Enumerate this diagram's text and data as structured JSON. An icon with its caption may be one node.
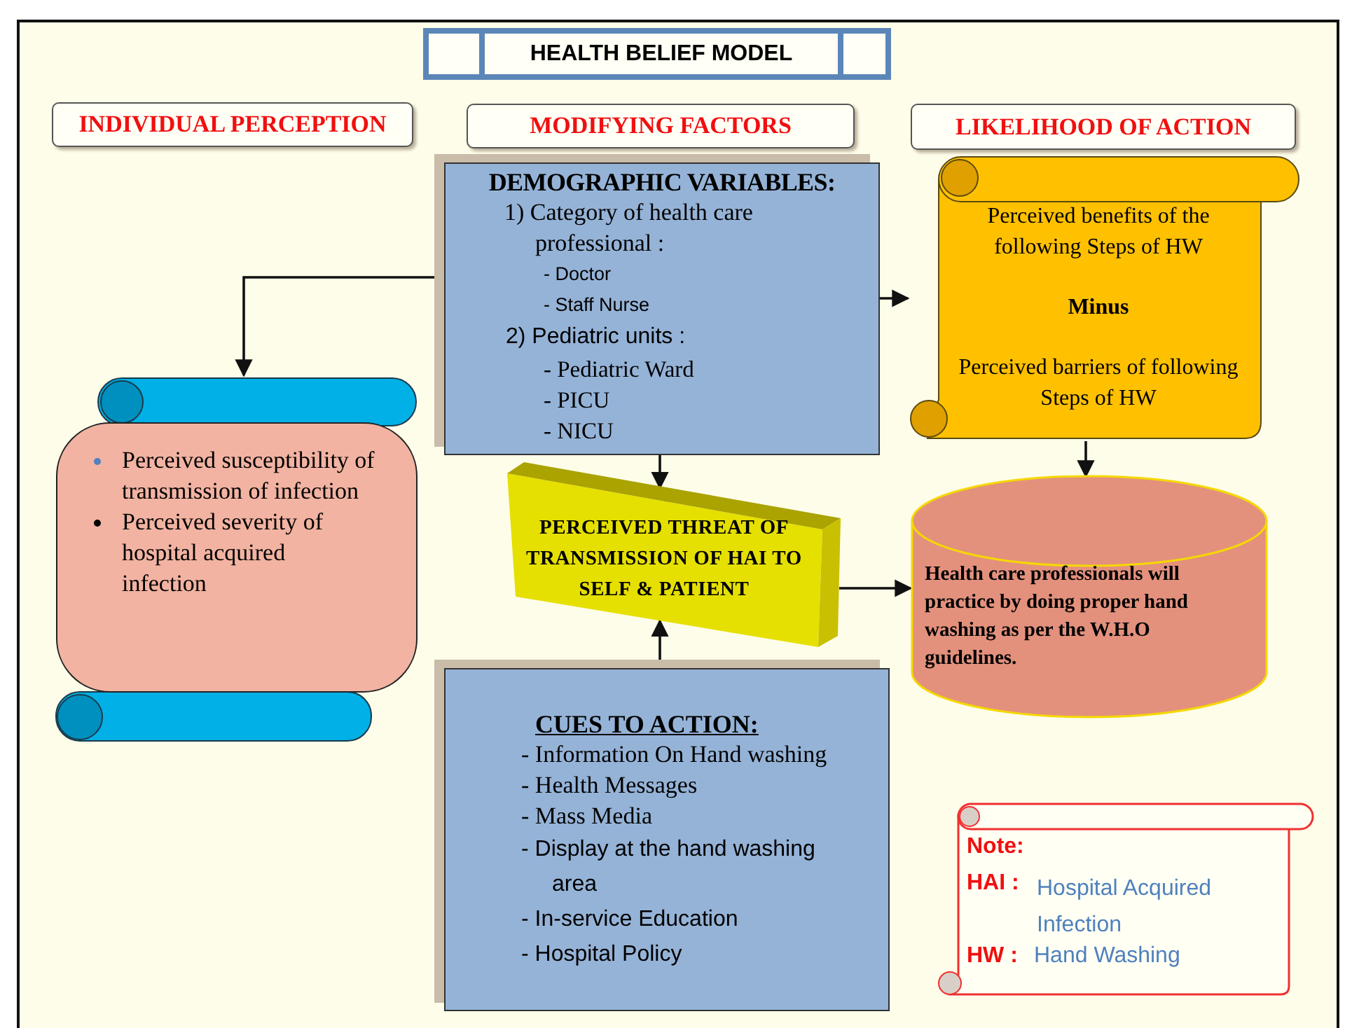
{
  "diagram": {
    "title": "HEALTH BELIEF MODEL",
    "nodes": [
      {
        "text": [
          "INDIVIDUAL PERCEPTION"
        ]
      },
      {
        "text": [
          "MODIFYING FACTORS"
        ]
      },
      {
        "text": [
          "LIKELIHOOD OF ACTION"
        ]
      },
      {
        "text": [
          "DEMOGRAPHIC VARIABLES:",
          "1) Category of health care professional :",
          "- Doctor",
          "- Staff Nurse",
          "2) Pediatric units :",
          "- Pediatric Ward",
          "- PICU",
          "- NICU"
        ]
      },
      {
        "text": [
          "Perceived susceptibility of transmission of infection",
          "Perceived severity of hospital acquired infection"
        ]
      },
      {
        "text": [
          "PERCEIVED THREAT OF TRANSMISSION OF HAI TO SELF & PATIENT"
        ]
      },
      {
        "text": [
          "Perceived benefits of the following Steps of HW",
          "Minus",
          "Perceived barriers of following Steps of HW"
        ]
      },
      {
        "text": [
          "Health care professionals will practice by doing proper hand washing as per the W.H.O guidelines."
        ]
      },
      {
        "text": [
          "CUES TO ACTION:",
          "- Information On Hand washing",
          "- Health Messages",
          "- Mass Media",
          "- Display at the hand washing area",
          "- In-service Education",
          "- Hospital Policy"
        ]
      },
      {
        "text": [
          "Note:",
          "HAI :",
          "Hospital Acquired Infection",
          "HW :",
          "Hand Washing"
        ]
      }
    ],
    "edges": [
      {
        "from": 3,
        "to": 4,
        "arrow": "to"
      },
      {
        "from": 3,
        "to": 6,
        "arrow": "to"
      },
      {
        "from": 3,
        "to": 5,
        "arrow": "to"
      },
      {
        "from": 8,
        "to": 5,
        "arrow": "to"
      },
      {
        "from": 5,
        "to": 7,
        "arrow": "to"
      },
      {
        "from": 6,
        "to": 7,
        "arrow": "to"
      }
    ]
  }
}
